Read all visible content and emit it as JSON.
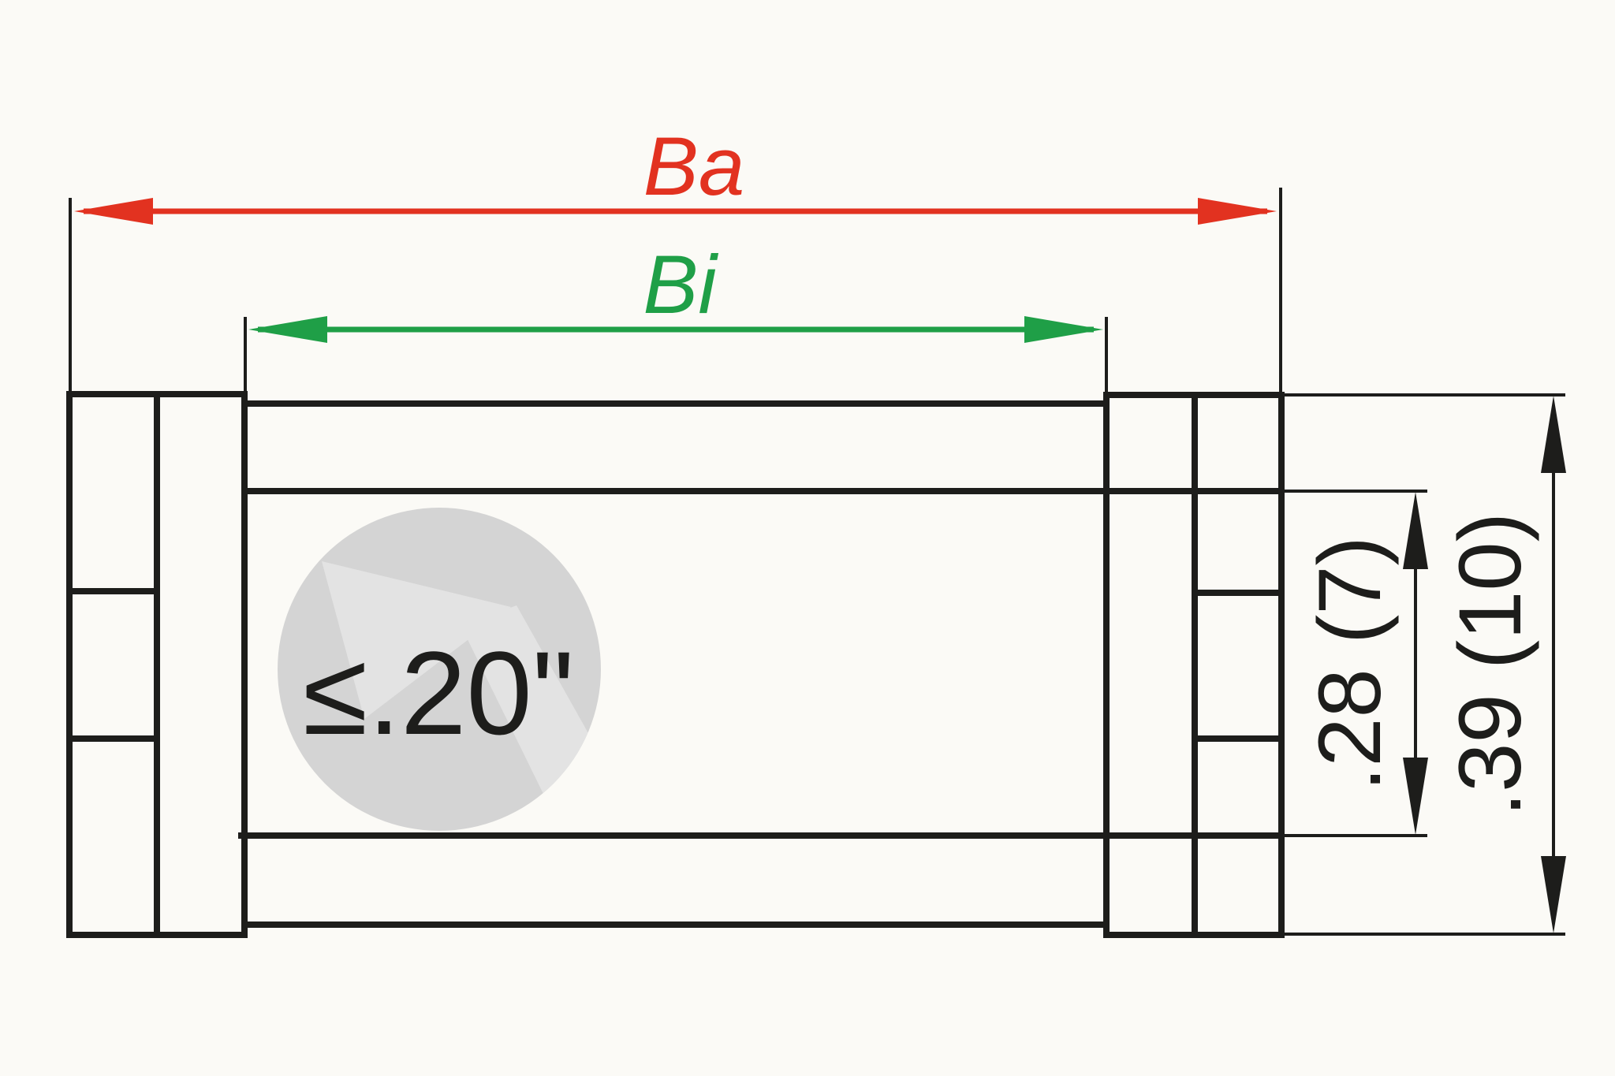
{
  "drawing": {
    "description": "Cable carrier cross-section profile with left and right mounting brackets",
    "labels": {
      "outer_width": "Ba",
      "inner_width": "Bi",
      "inner_height": ".28 (7)",
      "outer_height": ".39 (10)",
      "unsupported_length_badge": "≤.20\""
    },
    "colors": {
      "outer_width_dim": "#e23220",
      "inner_width_dim": "#1f9f47",
      "line": "#1d1d1b",
      "badge_circle": "#d4d4d4",
      "badge_arrow": "#e3e3e3",
      "background": "#fbfaf6"
    }
  }
}
